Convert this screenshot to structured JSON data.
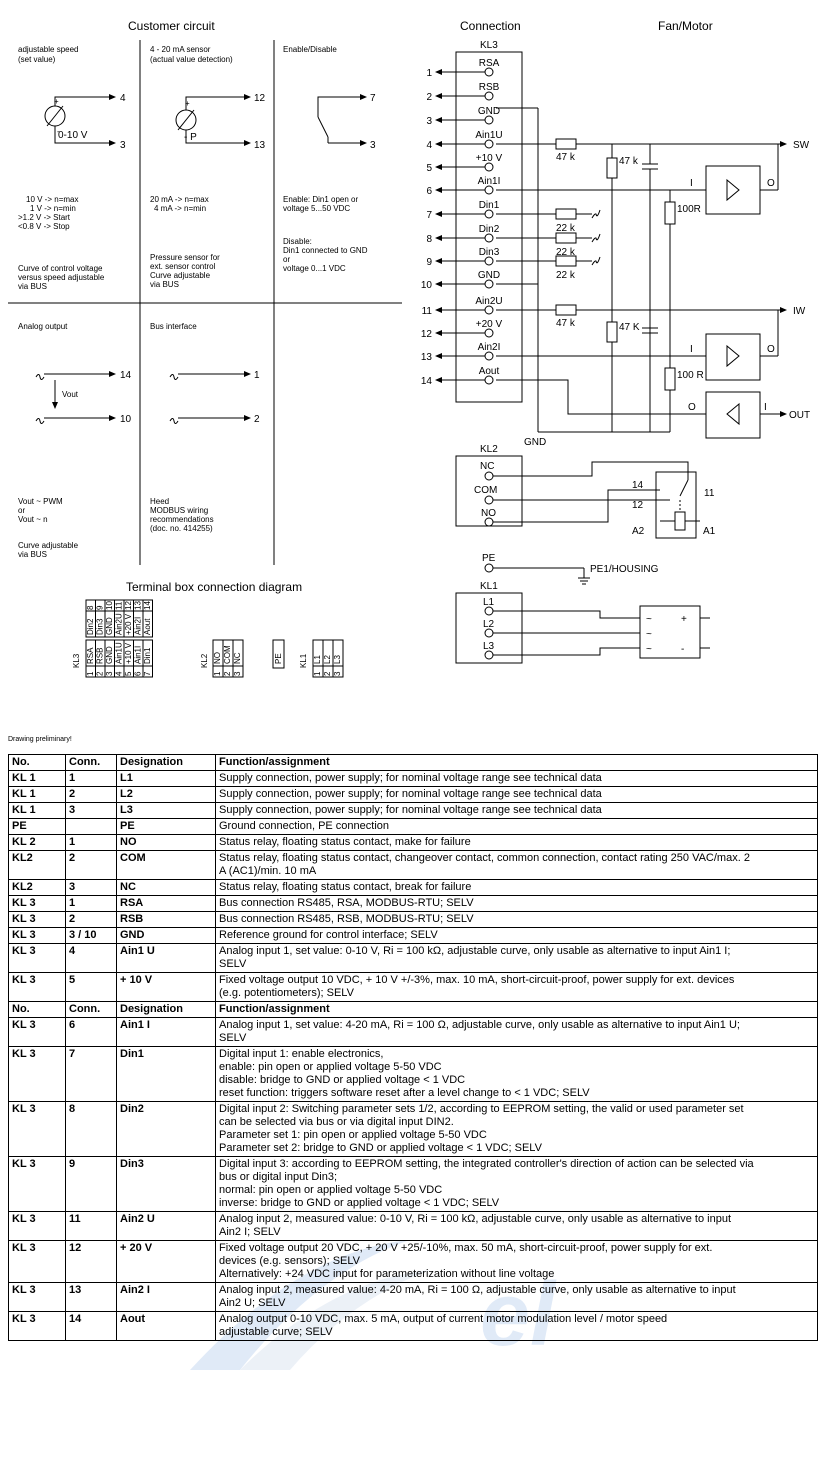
{
  "headings": {
    "customer_circuit": "Customer circuit",
    "connection": "Connection",
    "fan_motor": "Fan/Motor",
    "terminal_box": "Terminal box connection diagram",
    "prelim": "Drawing preliminary!"
  },
  "cells": {
    "adj_speed_1": "adjustable speed",
    "adj_speed_2": "(set value)",
    "range_010": "0-10 V",
    "t4": "4",
    "t3": "3",
    "t12": "12",
    "t13": "13",
    "t7": "7",
    "t3b": "3",
    "t14": "14",
    "t10": "10",
    "t1": "1",
    "t2": "2",
    "plus": "+",
    "minus": "-",
    "pmark": "- P",
    "sensor_1": "4 - 20 mA sensor",
    "sensor_2": "(actual value detection)",
    "enable": "Enable/Disable",
    "spd_1": "10 V -> n=max",
    "spd_2": "1 V -> n=min",
    "spd_3": ">1.2 V -> Start",
    "spd_4": "<0.8 V -> Stop",
    "curve_1": "Curve of control voltage",
    "curve_2": "versus speed adjustable",
    "curve_3": "via BUS",
    "ma_1": "20 mA -> n=max",
    "ma_2": "4 mA -> n=min",
    "ps_1": "Pressure sensor for",
    "ps_2": "ext. sensor control",
    "ps_3": "Curve adjustable",
    "ps_4": "via BUS",
    "en_1": "Enable: Din1 open or",
    "en_2": "voltage 5...50 VDC",
    "dis_1": "Disable:",
    "dis_2": "Din1 connected to GND",
    "dis_3": "or",
    "dis_4": "voltage 0...1 VDC",
    "analog_out": "Analog output",
    "vout": "Vout",
    "bus_if": "Bus interface",
    "pwm_1": "Vout ~ PWM",
    "pwm_2": "or",
    "pwm_3": "Vout ~ n",
    "pwm_4": "Curve adjustable",
    "pwm_5": "via BUS",
    "heed_1": "Heed",
    "heed_2": "MODBUS wiring",
    "heed_3": "recommendations",
    "heed_4": "(doc. no. 414255)"
  },
  "connection": {
    "kl3": "KL3",
    "pins": [
      {
        "n": "1",
        "label": "RSA"
      },
      {
        "n": "2",
        "label": "RSB"
      },
      {
        "n": "3",
        "label": "GND"
      },
      {
        "n": "4",
        "label": "Ain1U"
      },
      {
        "n": "5",
        "label": "+10 V"
      },
      {
        "n": "6",
        "label": "Ain1I"
      },
      {
        "n": "7",
        "label": "Din1"
      },
      {
        "n": "8",
        "label": "Din2"
      },
      {
        "n": "9",
        "label": "Din3"
      },
      {
        "n": "10",
        "label": "GND"
      },
      {
        "n": "11",
        "label": "Ain2U"
      },
      {
        "n": "12",
        "label": "+20 V"
      },
      {
        "n": "13",
        "label": "Ain2I"
      },
      {
        "n": "14",
        "label": "Aout"
      }
    ],
    "r47k_1": "47 k",
    "r47k_2": "47 k",
    "r47k_3": "47 k",
    "r47k_4": "47 K",
    "r22k_1": "22 k",
    "r22k_2": "22 k",
    "r22k_3": "22 k",
    "r100_1": "100R",
    "r100_2": "100 R",
    "i1": "I",
    "o1": "O",
    "i2": "I",
    "o2": "O",
    "o3": "O",
    "i3": "I",
    "sw": "SW",
    "iw": "IW",
    "out": "OUT",
    "gnd": "GND",
    "kl2": "KL2",
    "nc": "NC",
    "com": "COM",
    "no": "NO",
    "r14": "14",
    "r12": "12",
    "r11": "11",
    "a2": "A2",
    "a1": "A1",
    "pe": "PE",
    "pe_housing": "PE1/HOUSING",
    "kl1": "KL1",
    "l1": "L1",
    "l2": "L2",
    "l3": "L3",
    "tilde": "~",
    "plus": "+",
    "minus": "-"
  },
  "terminal_box": {
    "kl3": "KL3",
    "kl3_cols": [
      {
        "n1": "1",
        "a": "RSA",
        "n2": "8",
        "b": "Din2"
      },
      {
        "n1": "2",
        "a": "RSB",
        "n2": "9",
        "b": "Din3"
      },
      {
        "n1": "3",
        "a": "GND",
        "n2": "10",
        "b": "GND"
      },
      {
        "n1": "4",
        "a": "Ain1U",
        "n2": "11",
        "b": "Ain2U"
      },
      {
        "n1": "5",
        "a": "+10 V",
        "n2": "12",
        "b": "+20 V"
      },
      {
        "n1": "6",
        "a": "Ain1I",
        "n2": "13",
        "b": "Ain2I"
      },
      {
        "n1": "7",
        "a": "Din1",
        "n2": "14",
        "b": "Aout"
      }
    ],
    "kl2": "KL2",
    "kl2_cols": [
      {
        "n": "1",
        "a": "NO"
      },
      {
        "n": "2",
        "a": "COM"
      },
      {
        "n": "3",
        "a": "NC"
      }
    ],
    "pe": "PE",
    "kl1": "KL1",
    "kl1_cols": [
      {
        "n": "1",
        "a": "L1"
      },
      {
        "n": "2",
        "a": "L2"
      },
      {
        "n": "3",
        "a": "L3"
      }
    ]
  },
  "table": {
    "headers": [
      "No.",
      "Conn.",
      "Designation",
      "Function/assignment"
    ],
    "rows1": [
      {
        "no": "KL 1",
        "conn": "1",
        "des": "L1",
        "fn": [
          "Supply connection, power supply; for nominal voltage range see technical data"
        ]
      },
      {
        "no": "KL 1",
        "conn": "2",
        "des": "L2",
        "fn": [
          "Supply connection, power supply; for nominal voltage range see technical data"
        ]
      },
      {
        "no": "KL 1",
        "conn": "3",
        "des": "L3",
        "fn": [
          "Supply connection, power supply; for nominal voltage range see technical data"
        ]
      },
      {
        "no": "PE",
        "conn": "",
        "des": "PE",
        "fn": [
          "Ground connection, PE connection"
        ]
      },
      {
        "no": "KL 2",
        "conn": "1",
        "des": "NO",
        "fn": [
          "Status relay, floating status contact, make for failure"
        ]
      },
      {
        "no": "KL2",
        "conn": "2",
        "des": "COM",
        "fn": [
          "Status relay, floating status contact, changeover contact, common connection, contact rating 250 VAC/max. 2",
          "A (AC1)/min. 10 mA"
        ]
      },
      {
        "no": "KL2",
        "conn": "3",
        "des": "NC",
        "fn": [
          "Status relay, floating status contact, break for failure"
        ]
      },
      {
        "no": "KL 3",
        "conn": "1",
        "des": "RSA",
        "fn": [
          "Bus connection RS485, RSA, MODBUS-RTU; SELV"
        ]
      },
      {
        "no": "KL 3",
        "conn": "2",
        "des": "RSB",
        "fn": [
          "Bus connection RS485, RSB, MODBUS-RTU; SELV"
        ]
      },
      {
        "no": "KL 3",
        "conn": "3 / 10",
        "des": "GND",
        "fn": [
          "Reference ground for control interface; SELV"
        ]
      },
      {
        "no": "KL 3",
        "conn": "4",
        "des": "Ain1 U",
        "fn": [
          "Analog input 1, set value: 0-10 V, Ri = 100 kΩ, adjustable curve, only usable as alternative to input Ain1 I;",
          "SELV"
        ]
      },
      {
        "no": "KL 3",
        "conn": "5",
        "des": "+ 10 V",
        "fn": [
          "Fixed voltage output 10 VDC, + 10 V +/-3%, max. 10 mA, short-circuit-proof, power supply for ext. devices",
          "(e.g. potentiometers); SELV"
        ]
      }
    ],
    "rows2": [
      {
        "no": "KL 3",
        "conn": "6",
        "des": "Ain1 I",
        "fn": [
          "Analog input 1, set value: 4-20 mA, Ri = 100 Ω, adjustable curve, only usable as alternative to input Ain1 U;",
          "SELV"
        ]
      },
      {
        "no": "KL 3",
        "conn": "7",
        "des": "Din1",
        "fn": [
          "Digital input 1: enable electronics,",
          "enable: pin open or applied voltage 5-50 VDC",
          "disable: bridge to GND or applied voltage < 1 VDC",
          "reset function: triggers software reset after a level change to < 1 VDC; SELV"
        ]
      },
      {
        "no": "KL 3",
        "conn": "8",
        "des": "Din2",
        "fn": [
          "Digital input 2: Switching parameter sets 1/2, according to EEPROM setting, the valid or used parameter set",
          "can be selected via bus or via digital input DIN2.",
          "Parameter set 1: pin open or applied voltage 5-50 VDC",
          "Parameter set 2: bridge to GND or applied voltage < 1 VDC; SELV"
        ]
      },
      {
        "no": "KL 3",
        "conn": "9",
        "des": "Din3",
        "fn": [
          "Digital input 3: according to EEPROM setting, the integrated controller's direction of action can be selected via",
          "bus or digital input Din3;",
          "normal: pin open or applied voltage 5-50 VDC",
          "inverse: bridge to GND or applied voltage < 1 VDC; SELV"
        ]
      },
      {
        "no": "KL 3",
        "conn": "11",
        "des": "Ain2 U",
        "fn": [
          "Analog input 2, measured value: 0-10 V, Ri = 100 kΩ, adjustable curve, only usable as alternative to input",
          "Ain2 I; SELV"
        ]
      },
      {
        "no": "KL 3",
        "conn": "12",
        "des": "+ 20 V",
        "fn": [
          "Fixed voltage output 20 VDC, + 20 V +25/-10%, max. 50 mA, short-circuit-proof, power supply for ext.",
          "devices (e.g. sensors); SELV",
          "Alternatively: +24 VDC input for parameterization without line voltage"
        ]
      },
      {
        "no": "KL 3",
        "conn": "13",
        "des": "Ain2 I",
        "fn": [
          "Analog input 2, measured value: 4-20 mA, Ri = 100 Ω, adjustable curve, only usable as alternative to input",
          "Ain2 U; SELV"
        ]
      },
      {
        "no": "KL 3",
        "conn": "14",
        "des": "Aout",
        "fn": [
          "Analog output 0-10 VDC, max. 5 mA, output of current motor modulation level / motor speed",
          "adjustable curve; SELV"
        ]
      }
    ]
  },
  "colors": {
    "watermark": "#5b8fd6"
  }
}
